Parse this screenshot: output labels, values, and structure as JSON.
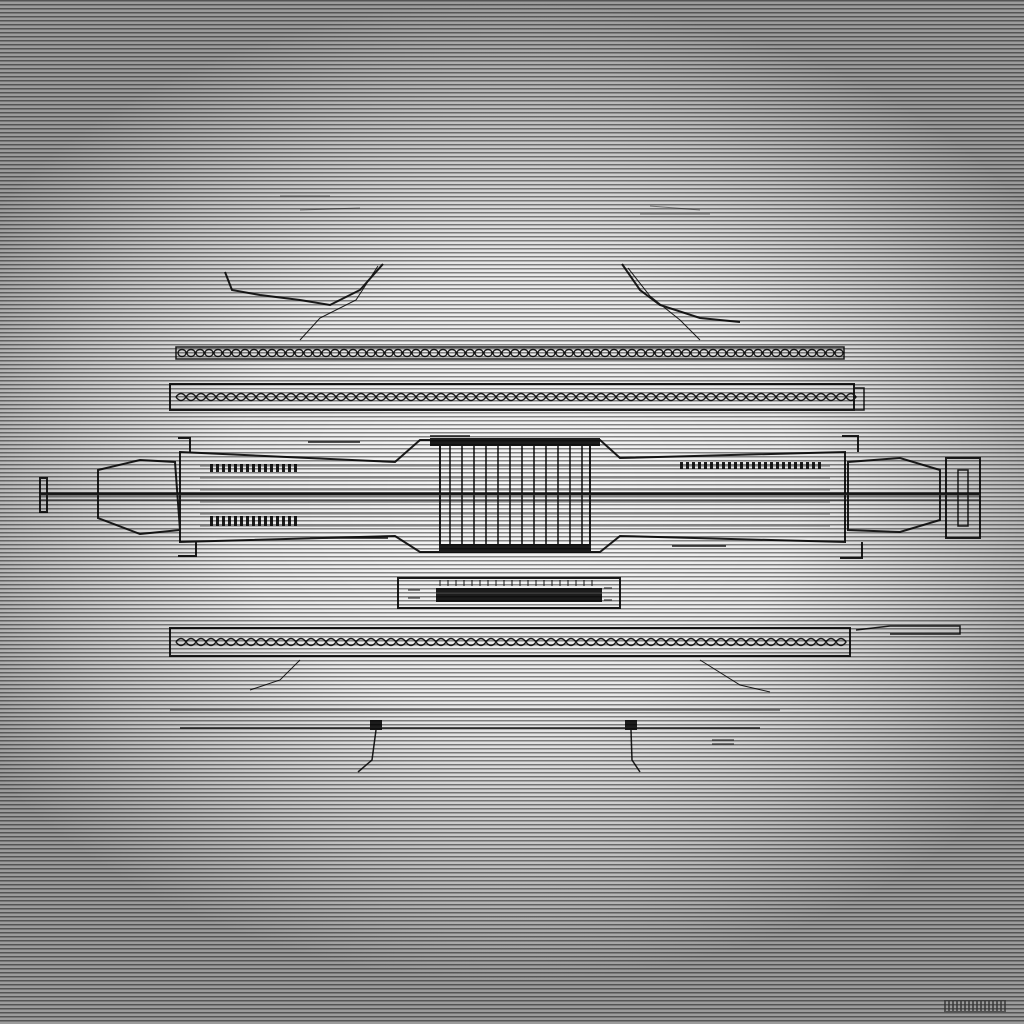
{
  "colors": {
    "ink": "#1c1c1c",
    "paper": "#efefef",
    "background": "#cfcfcf"
  },
  "diagram": {
    "components": [
      "top-bracket-left",
      "top-bracket-right",
      "upper-chain-rail",
      "upper-beaded-bar",
      "central-shaft-assembly",
      "center-label-plate",
      "lower-beaded-bar",
      "bottom-rail-with-legs"
    ]
  },
  "corner_mark_icon": "signature-scribble-icon"
}
